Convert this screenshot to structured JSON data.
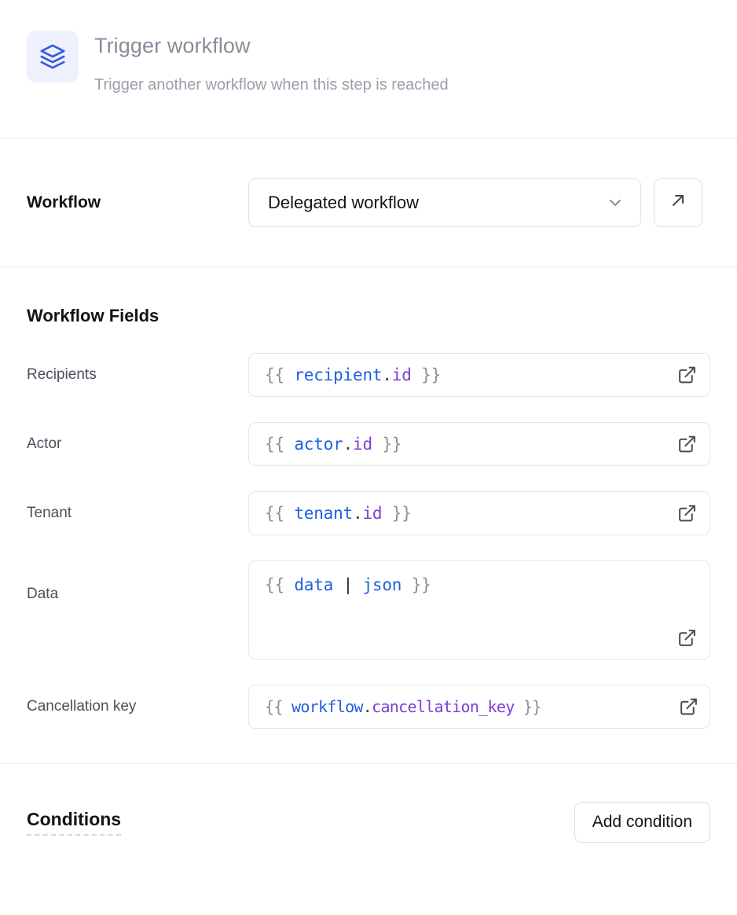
{
  "header": {
    "icon": "layers-stack-icon",
    "title": "Trigger workflow",
    "subtitle": "Trigger another workflow when this step is reached",
    "icon_color": "#3b5bdb",
    "icon_bg": "#eef1fd"
  },
  "workflow_section": {
    "label": "Workflow",
    "selected_value": "Delegated workflow",
    "chevron_icon": "chevron-down-icon",
    "open_icon": "arrow-up-right-icon"
  },
  "fields_section": {
    "heading": "Workflow Fields",
    "external_icon": "external-link-icon",
    "rows": [
      {
        "label": "Recipients",
        "value": "{{ recipient.id }}",
        "tokens": [
          {
            "text": "{{ ",
            "type": "brace"
          },
          {
            "text": "recipient",
            "type": "namespace"
          },
          {
            "text": ".",
            "type": "dot"
          },
          {
            "text": "id",
            "type": "property"
          },
          {
            "text": " }}",
            "type": "brace"
          }
        ],
        "multiline": false
      },
      {
        "label": "Actor",
        "value": "{{ actor.id }}",
        "tokens": [
          {
            "text": "{{ ",
            "type": "brace"
          },
          {
            "text": "actor",
            "type": "namespace"
          },
          {
            "text": ".",
            "type": "dot"
          },
          {
            "text": "id",
            "type": "property"
          },
          {
            "text": " }}",
            "type": "brace"
          }
        ],
        "multiline": false
      },
      {
        "label": "Tenant",
        "value": "{{ tenant.id }}",
        "tokens": [
          {
            "text": "{{ ",
            "type": "brace"
          },
          {
            "text": "tenant",
            "type": "namespace"
          },
          {
            "text": ".",
            "type": "dot"
          },
          {
            "text": "id",
            "type": "property"
          },
          {
            "text": " }}",
            "type": "brace"
          }
        ],
        "multiline": false
      },
      {
        "label": "Data",
        "value": "{{ data | json }}",
        "tokens": [
          {
            "text": "{{ ",
            "type": "brace"
          },
          {
            "text": "data",
            "type": "namespace"
          },
          {
            "text": " | ",
            "type": "pipe"
          },
          {
            "text": "json",
            "type": "namespace"
          },
          {
            "text": " }}",
            "type": "brace"
          }
        ],
        "multiline": true
      },
      {
        "label": "Cancellation key",
        "value": "{{ workflow.cancellation_key }}",
        "tokens": [
          {
            "text": "{{ ",
            "type": "brace"
          },
          {
            "text": "workflow",
            "type": "namespace"
          },
          {
            "text": ".",
            "type": "dot"
          },
          {
            "text": "cancellation_key",
            "type": "property"
          },
          {
            "text": " }}",
            "type": "brace"
          }
        ],
        "multiline": false
      }
    ]
  },
  "conditions_section": {
    "heading": "Conditions",
    "add_button": "Add condition"
  },
  "colors": {
    "template_brace": "#8a8f9b",
    "template_namespace": "#1f5fe0",
    "template_property": "#7b3fd4",
    "divider": "#e8e8ee",
    "border": "#dfe1e8",
    "text_primary": "#121418",
    "text_muted": "#878c98"
  }
}
